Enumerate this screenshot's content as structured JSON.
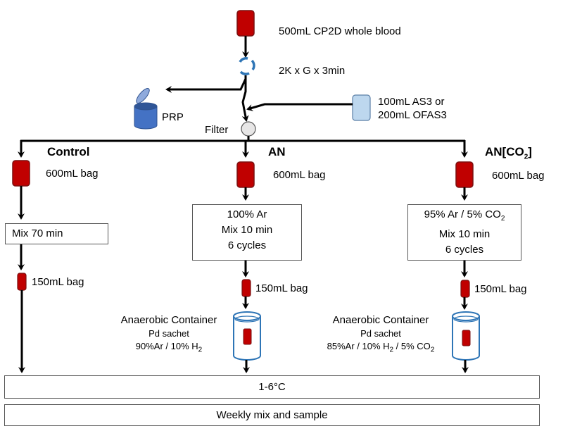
{
  "source_label": "500mL CP2D whole blood",
  "centrifuge_label": "2K x G x 3min",
  "prp_label": "PRP",
  "additive_line1": "100mL AS3 or",
  "additive_line2": "200mL OFAS3",
  "filter_label": "Filter",
  "arms": {
    "control": {
      "title": "Control",
      "bag": "600mL bag",
      "process": "Mix 70 min",
      "small_bag": "150mL bag"
    },
    "an": {
      "title": "AN",
      "bag": "600mL bag",
      "process_line1": "100% Ar",
      "process_line2": "Mix 10 min",
      "process_line3": "6 cycles",
      "small_bag": "150mL bag",
      "container_title": "Anaerobic Container",
      "sachet": "Pd sachet",
      "gas_a": "90%Ar / 10% H",
      "gas_a_sub": "2"
    },
    "anco2": {
      "title": "AN[CO",
      "title_sub": "2",
      "title_end": "]",
      "bag": "600mL bag",
      "process_line1a": "95% Ar / 5% CO",
      "process_line1_sub": "2",
      "process_line2": "Mix 10 min",
      "process_line3": "6 cycles",
      "small_bag": "150mL bag",
      "container_title": "Anaerobic Container",
      "sachet": "Pd sachet",
      "gas_a": "85%Ar / 10% H",
      "gas_a_sub": "2",
      "gas_b": " / 5% CO",
      "gas_b_sub": "2"
    }
  },
  "storage_label": "1-6°C",
  "weekly_label": "Weekly mix and sample",
  "colors": {
    "bag_fill": "#c00000",
    "bag_stroke": "#7a1010",
    "additive_fill": "#bdd7ee",
    "prp_fill": "#4472c4",
    "centrifuge": "#2e75b6",
    "filter_fill": "#e7e6e6"
  }
}
